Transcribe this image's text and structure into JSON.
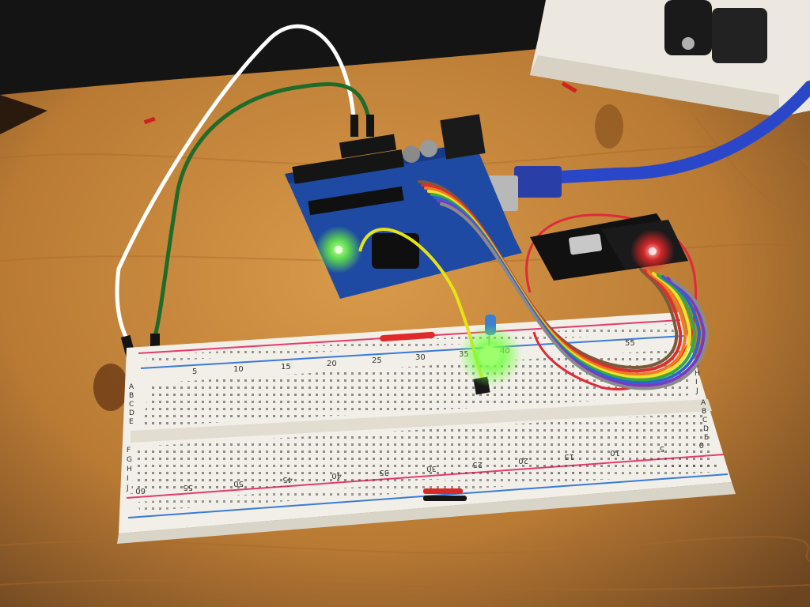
{
  "scene": {
    "top_row_numbers": [
      "5",
      "10",
      "15",
      "20",
      "25",
      "30",
      "35",
      "40",
      "55"
    ],
    "bottom_row_numbers": [
      "60",
      "55",
      "50",
      "45",
      "40",
      "35",
      "30",
      "25",
      "20",
      "15",
      "10",
      "5",
      "0"
    ],
    "row_letters_left": [
      "A",
      "B",
      "C",
      "D",
      "E",
      "F",
      "G",
      "H",
      "I",
      "J"
    ],
    "row_letters_right": [
      "F",
      "G",
      "H",
      "I",
      "J",
      "A",
      "B",
      "C",
      "D",
      "E"
    ],
    "colors": {
      "wood": "#c98a3e",
      "arduino_blue": "#1f4aa3",
      "led_green": "#7dff4a",
      "led_red": "#ff2a2a",
      "usb_blue": "#2b47c9",
      "breadboard": "#f2efe8",
      "rail_red": "#e53a6a",
      "rail_blue": "#3a7ad9"
    }
  }
}
